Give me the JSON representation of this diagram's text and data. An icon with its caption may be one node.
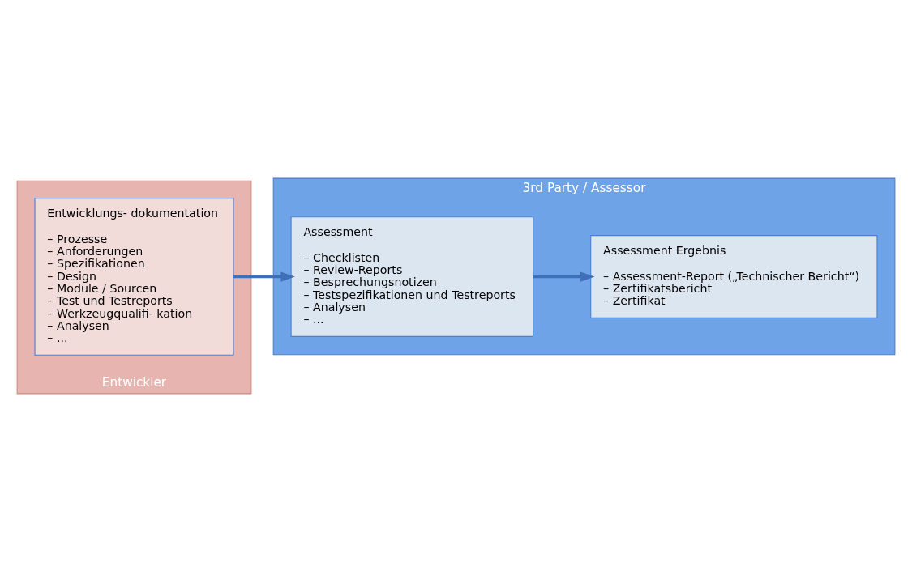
{
  "diagram": {
    "nodes": [
      {
        "text": [
          "Entwickler"
        ]
      },
      {
        "text": [
          "Entwicklungs- dokumentation",
          "– Prozesse",
          "– Anforderungen",
          "– Spezifikationen",
          "– Design",
          "– Module / Sourcen",
          "– Test und Testreports",
          "– Werkzeugqualifi- kation",
          "– Analysen",
          "– ..."
        ],
        "in": 0
      },
      {
        "text": [
          "3rd Party / Assessor"
        ]
      },
      {
        "text": [
          "Assessment",
          "– Checklisten",
          "– Review-Reports",
          "– Besprechungsnotizen",
          "– Testspezifikationen und Testreports",
          "– Analysen",
          "– ..."
        ],
        "in": 2
      },
      {
        "text": [
          "Assessment Ergebnis",
          "– Assessment-Report („Technischer Bericht“)",
          "– Zertifikatsbericht",
          "– Zertifikat"
        ],
        "in": 2
      }
    ],
    "edges": [
      {
        "from": 1,
        "to": 3,
        "arrow": "to"
      },
      {
        "from": 3,
        "to": 4,
        "arrow": "to"
      }
    ]
  }
}
